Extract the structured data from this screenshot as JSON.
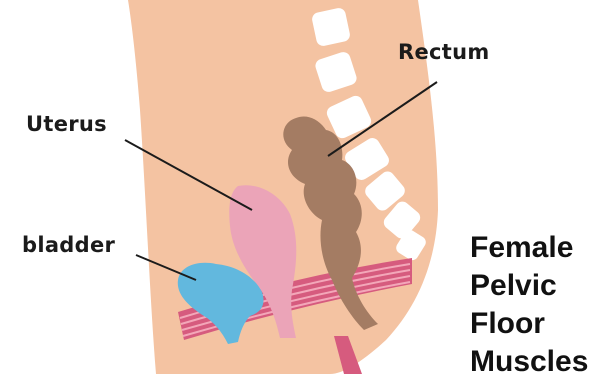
{
  "labels": {
    "rectum": "Rectum",
    "uterus": "Uterus",
    "bladder": "bladder"
  },
  "title_lines": [
    "Female",
    "Pelvic",
    "Floor",
    "Muscles"
  ],
  "colors": {
    "skin": "#F4C3A2",
    "vertebra": "#FFFFFF",
    "rectum": "#A47C63",
    "uterus": "#EBA4B8",
    "bladder": "#62B8DE",
    "pelvic_floor_muscles": "#D65B7E",
    "muscle_stripe": "#F3A7B9",
    "text": "#1B1B1B"
  }
}
